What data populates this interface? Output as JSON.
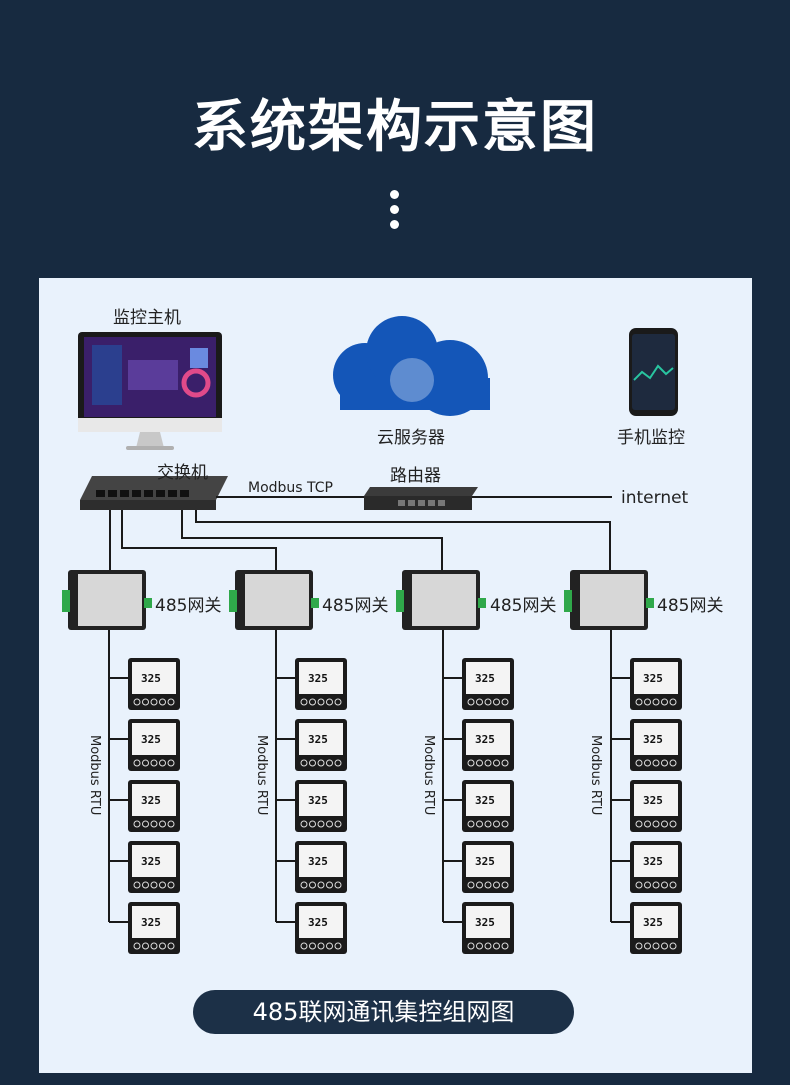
{
  "title": "系统架构示意图",
  "nodes": {
    "host": "监控主机",
    "cloud": "云服务器",
    "mobile": "手机监控",
    "switch": "交换机",
    "router": "路由器",
    "internet": "internet",
    "modbus_tcp": "Modbus TCP",
    "gateway": "485网关",
    "modbus_rtu": "Modbus RTU",
    "thermostat_reading": "325"
  },
  "gateway_count": 4,
  "thermostats_per_gateway": 5,
  "footer": "485联网通讯集控组网图",
  "colors": {
    "background": "#172a40",
    "panel": "#e9f2fc",
    "cloud": "#1456b8",
    "device_dark": "#1b1b1b"
  }
}
